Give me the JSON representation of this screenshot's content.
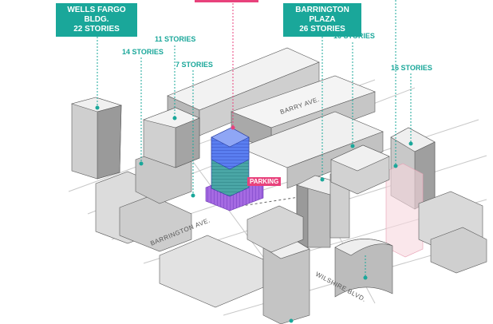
{
  "colors": {
    "accent": "#1aa79a",
    "tower_top": "#4a6fe0",
    "tower_glass": "#3aa0a0",
    "parking": "#a05ee0",
    "badge": "#e8427c"
  },
  "callouts": [
    {
      "line1": "WELLS FARGO BLDG.",
      "line2": "22 STORIES"
    },
    {
      "line1": "BARRINGTON PLAZA",
      "line2": "26 STORIES"
    }
  ],
  "labels": [
    "11 STORIES",
    "14 STORIES",
    "7 STORIES",
    "16 STORIES",
    "16 STORIES"
  ],
  "streets": {
    "barry": "BARRY AVE.",
    "barrington": "BARRINGTON AVE.",
    "wilshire": "WILSHIRE BLVD."
  },
  "badge": {
    "parking": "PARKING"
  }
}
